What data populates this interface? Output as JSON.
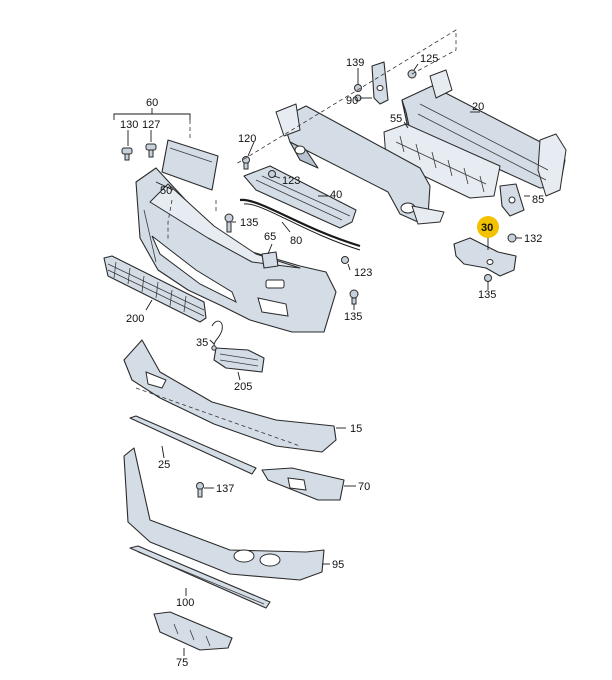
{
  "diagram": {
    "highlight_color": "#f2c200",
    "part_fill": "#d4dde6",
    "line_color": "#2b2b2b",
    "callouts": {
      "c60": "60",
      "c130": "130",
      "c127": "127",
      "c50": "50",
      "c135a": "135",
      "c65": "65",
      "c120": "120",
      "c123a": "123",
      "c40": "40",
      "c80": "80",
      "c123b": "123",
      "c139": "139",
      "c90": "90",
      "c125": "125",
      "c55": "55",
      "c20": "20",
      "c85": "85",
      "c30": "30",
      "c132": "132",
      "c135b": "135",
      "c135c": "135",
      "c200": "200",
      "c35": "35",
      "c205": "205",
      "c15": "15",
      "c25": "25",
      "c137": "137",
      "c70": "70",
      "c95": "95",
      "c100": "100",
      "c75": "75"
    }
  }
}
